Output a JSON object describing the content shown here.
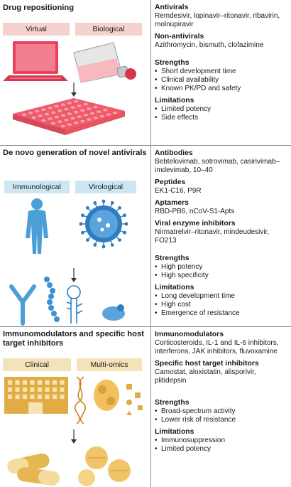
{
  "sections": [
    {
      "title": "Drug repositioning",
      "tags": [
        "Virtual",
        "Biological"
      ],
      "blocks": [
        {
          "heading": "Antivirals",
          "text": "Remdesivir, lopinavir–ritonavir, ribavirin, molnupiravir"
        },
        {
          "heading": "Non-antivirals",
          "text": "Azithromycin, bismuth, clofazimine"
        },
        {
          "heading": "Strengths",
          "bullets": [
            "Short development time",
            "Clinical availability",
            "Known PK/PD and safety"
          ]
        },
        {
          "heading": "Limitations",
          "bullets": [
            "Limited potency",
            "Side effects"
          ]
        }
      ]
    },
    {
      "title": "De novo generation of novel antivirals",
      "tags": [
        "Immunological",
        "Virological"
      ],
      "blocks": [
        {
          "heading": "Antibodies",
          "text": "Bebtelovimab, sotrovimab, casirivimab–imdevimab, 10–40"
        },
        {
          "heading": "Peptides",
          "text": "EK1-C16, P9R"
        },
        {
          "heading": "Aptamers",
          "text": "RBD-PB6, nCoV-S1-Apts"
        },
        {
          "heading": "Viral enzyme inhibitors",
          "text": "Nirmatrelvir–ritonavir, mindeudesivir, FO213"
        },
        {
          "heading": "Strengths",
          "bullets": [
            "High potency",
            "High specificity"
          ]
        },
        {
          "heading": "Limitations",
          "bullets": [
            "Long development time",
            "High cost",
            "Emergence of resistance"
          ]
        }
      ]
    },
    {
      "title": "Immunomodulators and specific host target inhibitors",
      "tags": [
        "Clinical",
        "Multi-omics"
      ],
      "blocks": [
        {
          "heading": "Immunomodulators",
          "text": "Corticosteroids, IL-1 and IL-6 inhibitors, interferons, JAK inhibitors, fluvoxamine"
        },
        {
          "heading": "Specific host target inhibitors",
          "text": "Camostat, aloxistatin, alisporivir, plitidepsin"
        },
        {
          "heading": "Strengths",
          "bullets": [
            "Broad-spectrum activity",
            "Lower risk of resistance"
          ]
        },
        {
          "heading": "Limitations",
          "bullets": [
            "Immunosuppression",
            "Limited potency"
          ]
        }
      ]
    }
  ],
  "colors": {
    "pink_tag": "#f6d2cf",
    "blue_tag": "#cce6f3",
    "sand_tag": "#f3e3b9",
    "laptop": "#e8425c",
    "plate": "#f05b6c",
    "flask_cap": "#d6364a",
    "person": "#4a9fd8",
    "virus": "#2f7cc0",
    "antibody": "#4a9fd8",
    "building": "#e2ac45",
    "dna": "#c9831a",
    "pill": "#e5b751"
  }
}
